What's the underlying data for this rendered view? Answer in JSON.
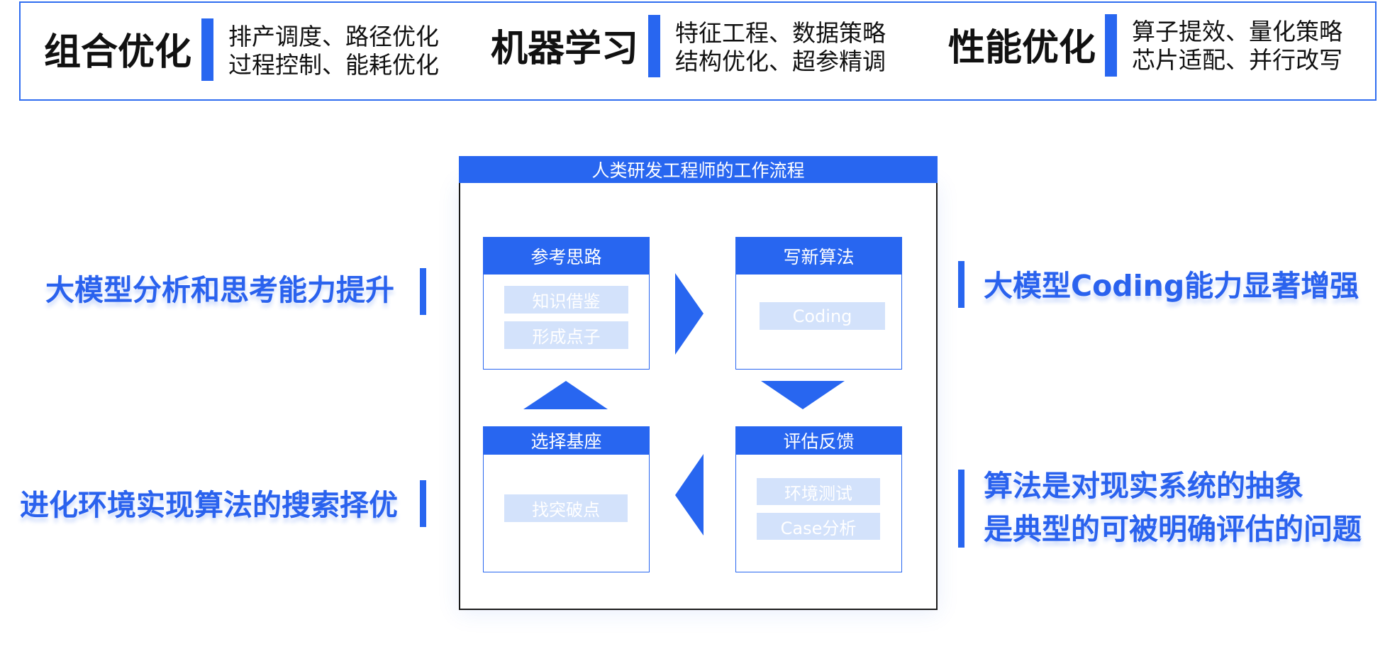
{
  "top_banner": {
    "domains": [
      {
        "title": "组合优化",
        "items": [
          "排产调度、路径优化",
          "过程控制、能耗优化"
        ]
      },
      {
        "title": "机器学习",
        "items": [
          "特征工程、数据策略",
          "结构优化、超参精调"
        ]
      },
      {
        "title": "性能优化",
        "items": [
          "算子提效、量化策略",
          "芯片适配、并行改写"
        ]
      }
    ]
  },
  "workflow": {
    "title": "人类研发工程师的工作流程",
    "steps": {
      "reference": {
        "label": "参考思路",
        "chips": [
          "知识借鉴",
          "形成点子"
        ]
      },
      "write": {
        "label": "写新算法",
        "chips": [
          "Coding"
        ]
      },
      "evaluate": {
        "label": "评估反馈",
        "chips": [
          "环境测试",
          "Case分析"
        ]
      },
      "select": {
        "label": "选择基座",
        "chips": [
          "找突破点"
        ]
      }
    }
  },
  "captions": {
    "left_top": "大模型分析和思考能力提升",
    "left_bottom": "进化环境实现算法的搜索择优",
    "right_top": "大模型Coding能力显著增强",
    "right_bottom": [
      "算法是对现实系统的抽象",
      "是典型的可被明确评估的问题"
    ]
  },
  "colors": {
    "accent": "#2866f0",
    "chip_fill": "#d3e2fb",
    "caption_text": "#2a62ee",
    "frame_border": "#1a1a1a"
  }
}
